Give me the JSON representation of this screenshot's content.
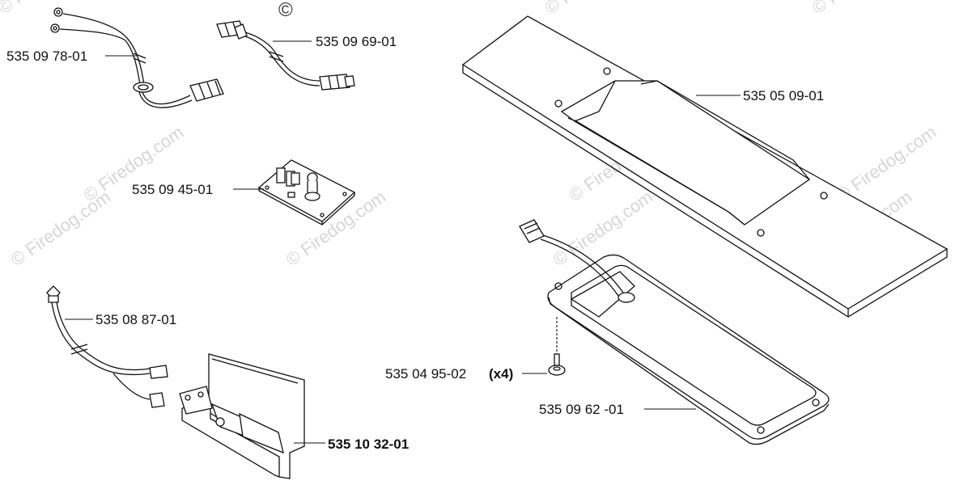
{
  "watermark": {
    "text": "© Firedog.com",
    "symbol": "©"
  },
  "parts": {
    "harness_ring": "535 09 78-01",
    "harness_plug": "535 09 69-01",
    "circuit_board": "535 09 45-01",
    "harness_long": "535 08 87-01",
    "switch_bracket": "535 10 32-01",
    "top_plate": "535 05 09-01",
    "screw": "535 04 95-02",
    "screw_qty": "(x4)",
    "bottom_cover": "535 09 62 -01"
  }
}
